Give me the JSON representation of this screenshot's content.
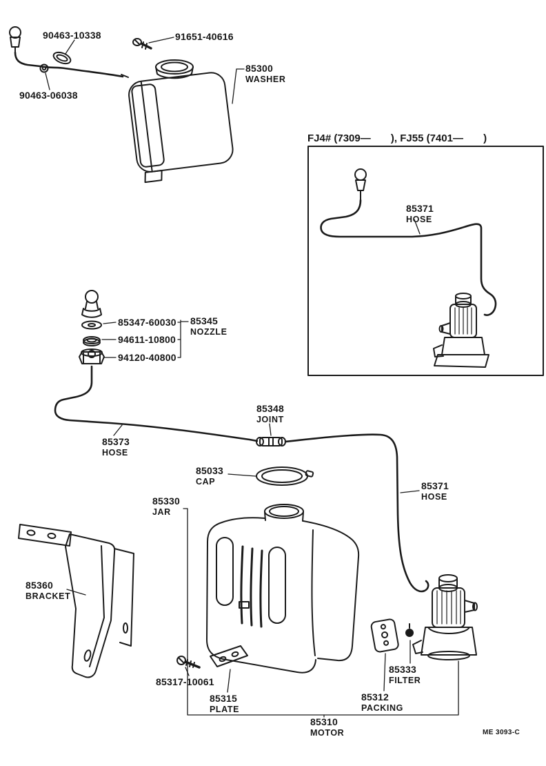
{
  "page": {
    "background": "#ffffff",
    "ink": "#1a1a1a",
    "footer_code": "ME 3093-C"
  },
  "inset": {
    "title": "FJ4# (7309—       ), FJ55 (7401—       )"
  },
  "parts": {
    "clip": {
      "number": "90463-10338"
    },
    "screw_top": {
      "number": "91651-40616"
    },
    "washer_assembly": {
      "number": "85300",
      "name": "WASHER"
    },
    "grommet": {
      "number": "90463-06038"
    },
    "hose_inset": {
      "number": "85371",
      "name": "HOSE"
    },
    "nozzle_sub": {
      "number": "85347-60030"
    },
    "nozzle_assembly": {
      "number": "85345",
      "name": "NOZZLE"
    },
    "seal_washer": {
      "number": "94611-10800"
    },
    "nut": {
      "number": "94120-40800"
    },
    "hose_front": {
      "number": "85373",
      "name": "HOSE"
    },
    "joint": {
      "number": "85348",
      "name": "JOINT"
    },
    "cap": {
      "number": "85033",
      "name": "CAP"
    },
    "jar": {
      "number": "85330",
      "name": "JAR"
    },
    "hose_rear": {
      "number": "85371",
      "name": "HOSE"
    },
    "bracket": {
      "number": "85360",
      "name": "BRACKET"
    },
    "screw_bottom": {
      "number": "85317-10061"
    },
    "plate": {
      "number": "85315",
      "name": "PLATE"
    },
    "packing": {
      "number": "85312",
      "name": "PACKING"
    },
    "filter": {
      "number": "85333",
      "name": "FILTER"
    },
    "motor": {
      "number": "85310",
      "name": "MOTOR"
    }
  }
}
